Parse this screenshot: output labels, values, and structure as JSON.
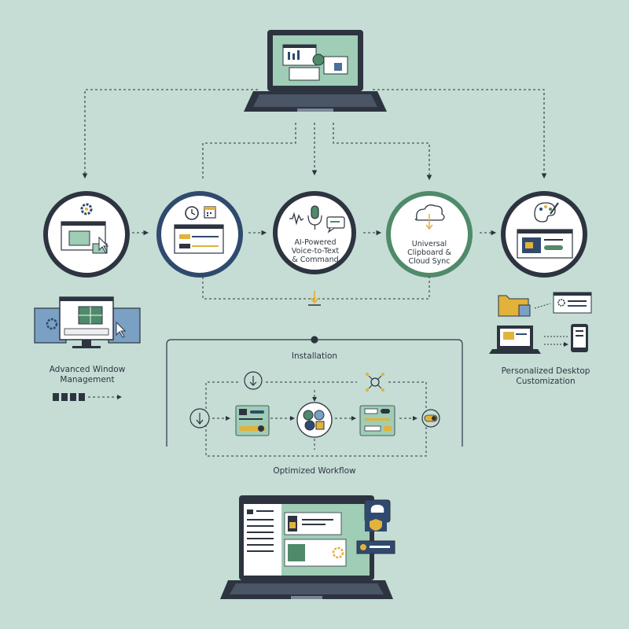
{
  "nodes": {
    "window_mgmt": {
      "label": "Advanced Window\nManagement"
    },
    "voice": {
      "label": "AI-Powered\nVoice-to-Text\n& Command"
    },
    "clipboard": {
      "label": "Universal\nClipboard &\nCloud Sync"
    },
    "personalize": {
      "label": "Personalized Desktop\nCustomization"
    }
  },
  "workflow": {
    "top_label": "Installation",
    "bottom_label": "Optimized Workflow"
  },
  "colors": {
    "background": "#c5ddd5",
    "ink": "#2d3440",
    "navy": "#2f4a6e",
    "green": "#4f8a6a",
    "accent": "#e2b23a",
    "screen": "#9fcdb6"
  },
  "icons": [
    "laptop-icon",
    "gear-icon",
    "clock-icon",
    "calendar-icon",
    "microphone-icon",
    "waveform-icon",
    "chat-icon",
    "cloud-download-icon",
    "palette-icon",
    "download-icon",
    "folder-icon",
    "phone-icon",
    "cursor-icon",
    "network-icon",
    "brain-icon",
    "shield-icon"
  ]
}
